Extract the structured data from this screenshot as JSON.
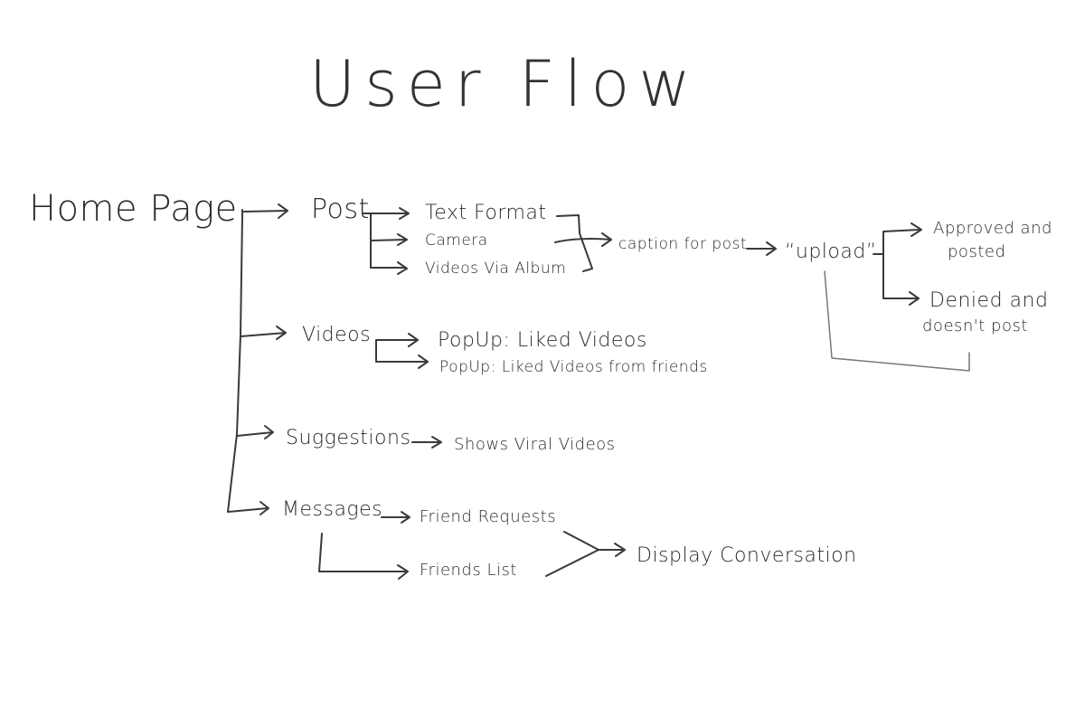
{
  "title": "User Flow",
  "nodes": {
    "home": "Home Page",
    "post": "Post",
    "text_format": "Text Format",
    "camera": "Camera",
    "videos_via_album": "Videos Via Album",
    "caption": "caption for post",
    "upload": "“upload”",
    "approved_line1": "Approved and",
    "approved_line2": "posted",
    "denied_line1": "Denied and",
    "denied_line2": "doesn't post",
    "videos": "Videos",
    "popup_liked": "PopUp: Liked Videos",
    "popup_liked_friends": "PopUp: Liked Videos from friends",
    "suggestions": "Suggestions",
    "viral": "Shows Viral Videos",
    "messages": "Messages",
    "friend_requests": "Friend Requests",
    "friends_list": "Friends List",
    "display_conversation": "Display Conversation"
  },
  "edges": [
    [
      "Home Page",
      "Post"
    ],
    [
      "Home Page",
      "Videos"
    ],
    [
      "Home Page",
      "Suggestions"
    ],
    [
      "Home Page",
      "Messages"
    ],
    [
      "Post",
      "Text Format"
    ],
    [
      "Post",
      "Camera"
    ],
    [
      "Post",
      "Videos Via Album"
    ],
    [
      "Text Format",
      "caption for post"
    ],
    [
      "Camera",
      "caption for post"
    ],
    [
      "Videos Via Album",
      "caption for post"
    ],
    [
      "caption for post",
      "upload"
    ],
    [
      "upload",
      "Approved and posted"
    ],
    [
      "upload",
      "Denied and doesn't post"
    ],
    [
      "Denied and doesn't post",
      "upload"
    ],
    [
      "Videos",
      "PopUp: Liked Videos"
    ],
    [
      "Videos",
      "PopUp: Liked Videos from friends"
    ],
    [
      "Suggestions",
      "Shows Viral Videos"
    ],
    [
      "Messages",
      "Friend Requests"
    ],
    [
      "Messages",
      "Friends List"
    ],
    [
      "Friend Requests",
      "Display Conversation"
    ],
    [
      "Friends List",
      "Display Conversation"
    ]
  ],
  "colors": {
    "ink": "#2b2b2b",
    "background": "#ffffff"
  }
}
